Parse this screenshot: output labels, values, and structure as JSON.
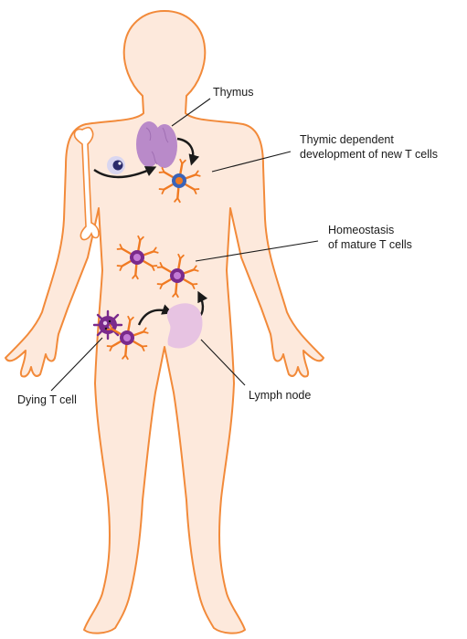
{
  "labels": {
    "thymus": "Thymus",
    "thymic_dev_line1": "Thymic dependent",
    "thymic_dev_line2": "development of new T cells",
    "homeostasis_line1": "Homeostasis",
    "homeostasis_line2": "of mature T cells",
    "dying": "Dying T cell",
    "lymph": "Lymph node"
  },
  "colors": {
    "body_fill": "#fde9dc",
    "body_outline": "#f28a3a",
    "thymus": "#b98ac9",
    "lymph_node": "#e7c3e2",
    "t_cell_spike": "#f07a22",
    "dying_cell": "#7a2a8c",
    "arrow": "#1a1a1a"
  }
}
